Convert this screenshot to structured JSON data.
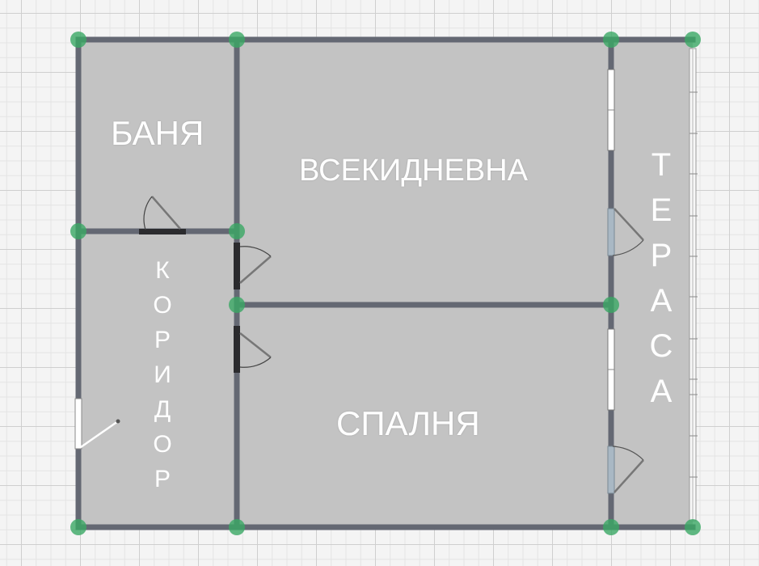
{
  "plan": {
    "colors": {
      "floor": "#c3c3c3",
      "wall": "#646873",
      "door_leaf": "#2b2b2e",
      "node": "#3aa864",
      "grid_major": "#cfcfcf",
      "grid_minor": "#e4e4e4",
      "background": "#f4f4f4"
    },
    "rooms": [
      {
        "id": "bathroom",
        "label": "БАНЯ"
      },
      {
        "id": "living-room",
        "label": "ВСЕКИДНЕВНА"
      },
      {
        "id": "bedroom",
        "label": "СПАЛНЯ"
      },
      {
        "id": "corridor",
        "label": "КОРИДОР",
        "letters": [
          "К",
          "О",
          "Р",
          "И",
          "Д",
          "О",
          "Р"
        ]
      },
      {
        "id": "terrace",
        "label": "ТЕРАСА",
        "letters": [
          "Т",
          "Е",
          "Р",
          "А",
          "С",
          "А"
        ]
      }
    ]
  }
}
